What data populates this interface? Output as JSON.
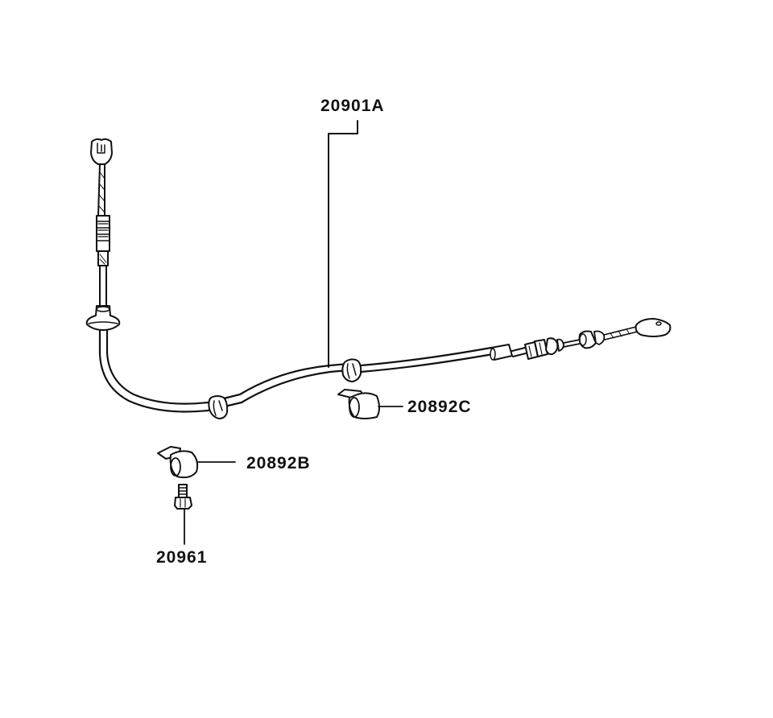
{
  "diagram": {
    "type": "parts-exploded-view",
    "background": "#ffffff",
    "line_color": "#111111",
    "parts": [
      {
        "id": "cable",
        "label": "20901A",
        "description": "control cable assembly"
      },
      {
        "id": "clamp-c",
        "label": "20892C",
        "description": "cable clamp"
      },
      {
        "id": "clamp-b",
        "label": "20892B",
        "description": "cable clamp"
      },
      {
        "id": "bolt",
        "label": "20961",
        "description": "bolt"
      }
    ]
  }
}
